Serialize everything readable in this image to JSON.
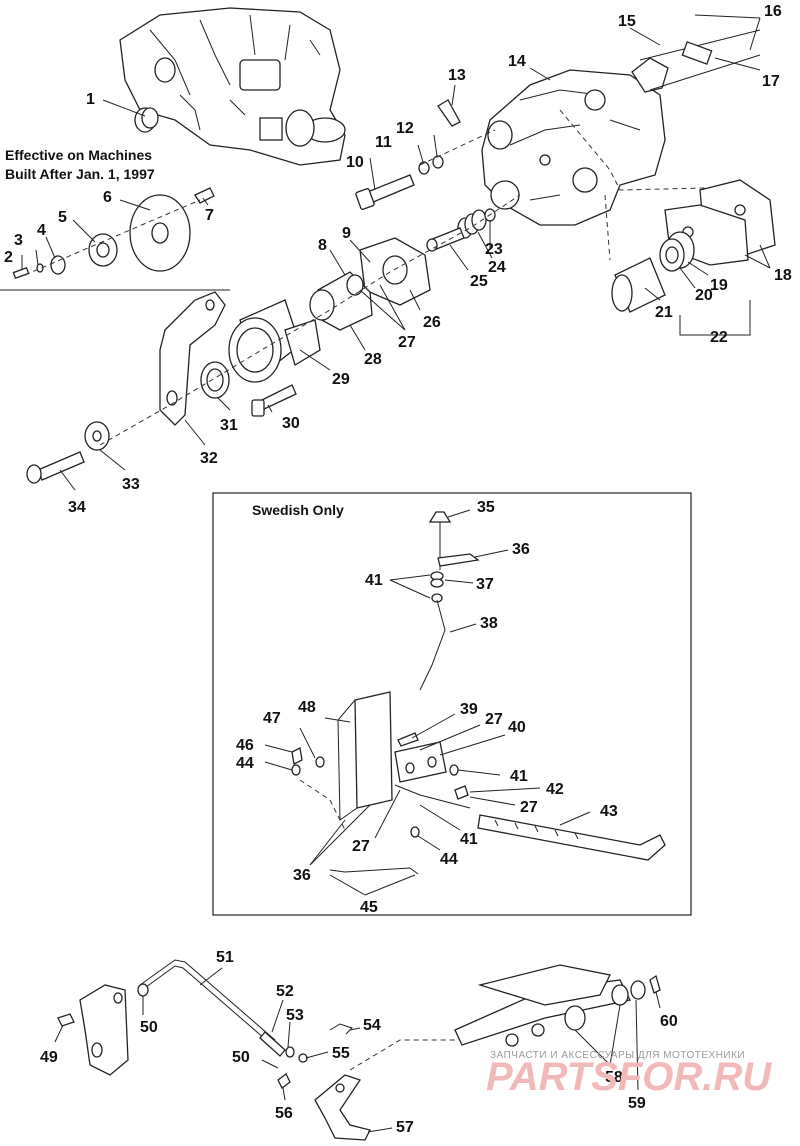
{
  "notes": {
    "effective_line1": "Effective on Machines",
    "effective_line2": "Built After Jan. 1, 1997",
    "swedish_only": "Swedish Only"
  },
  "callouts": [
    "1",
    "2",
    "3",
    "4",
    "5",
    "6",
    "7",
    "8",
    "9",
    "10",
    "11",
    "12",
    "13",
    "14",
    "15",
    "16",
    "17",
    "18",
    "19",
    "20",
    "21",
    "22",
    "23",
    "24",
    "25",
    "26",
    "27",
    "27",
    "27",
    "27",
    "28",
    "29",
    "30",
    "31",
    "32",
    "33",
    "34",
    "35",
    "36",
    "36",
    "37",
    "38",
    "39",
    "40",
    "41",
    "41",
    "41",
    "42",
    "43",
    "44",
    "44",
    "45",
    "46",
    "47",
    "48",
    "49",
    "50",
    "50",
    "51",
    "52",
    "53",
    "54",
    "55",
    "56",
    "57",
    "58",
    "59",
    "60"
  ],
  "watermark": {
    "line1": "ЗАПЧАСТИ И АКСЕССУАРЫ ДЛЯ МОТОТЕХНИКИ",
    "line2": "PARTSFOR.RU"
  }
}
